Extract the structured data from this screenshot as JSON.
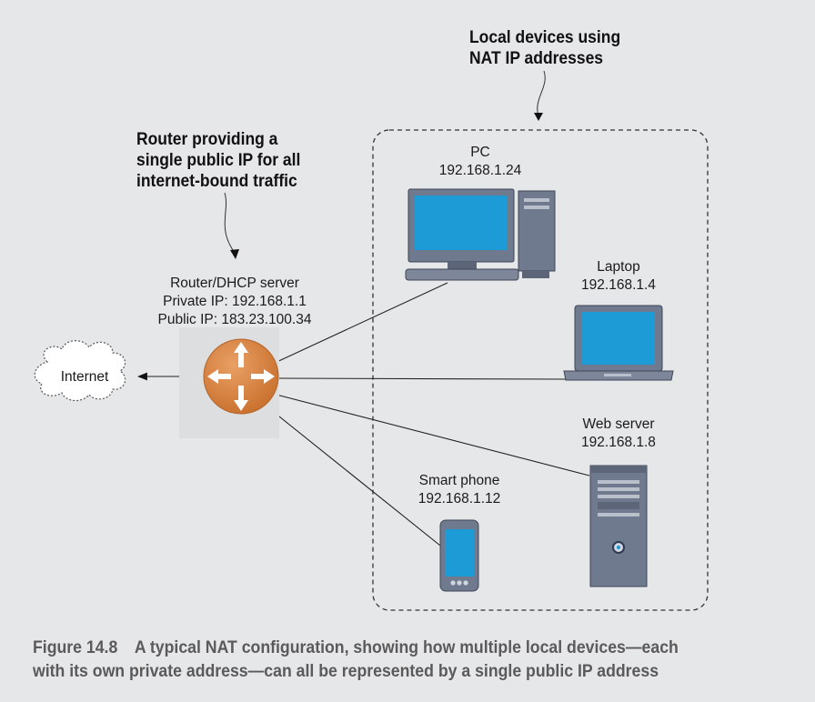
{
  "callouts": {
    "local_devices": [
      "Local devices using",
      "NAT IP addresses"
    ],
    "router_note": [
      "Router providing a",
      "single public IP for all",
      "internet-bound traffic"
    ]
  },
  "router": {
    "name": "Router/DHCP server",
    "private_ip": "Private IP: 192.168.1.1",
    "public_ip": "Public IP: 183.23.100.34"
  },
  "internet": {
    "label": "Internet"
  },
  "devices": {
    "pc": {
      "name": "PC",
      "ip": "192.168.1.24"
    },
    "laptop": {
      "name": "Laptop",
      "ip": "192.168.1.4"
    },
    "web_server": {
      "name": "Web server",
      "ip": "192.168.1.8"
    },
    "smart_phone": {
      "name": "Smart phone",
      "ip": "192.168.1.12"
    }
  },
  "colors": {
    "background": "#e6e7e8",
    "router": "#d9823f",
    "screen": "#1d9bd6",
    "device_body": "#6f7a8e"
  },
  "caption": {
    "number": "Figure 14.8",
    "text": "A typical NAT configuration, showing how multiple local devices—each",
    "text_line2": "with its own private address—can all be represented by a single public IP address"
  }
}
